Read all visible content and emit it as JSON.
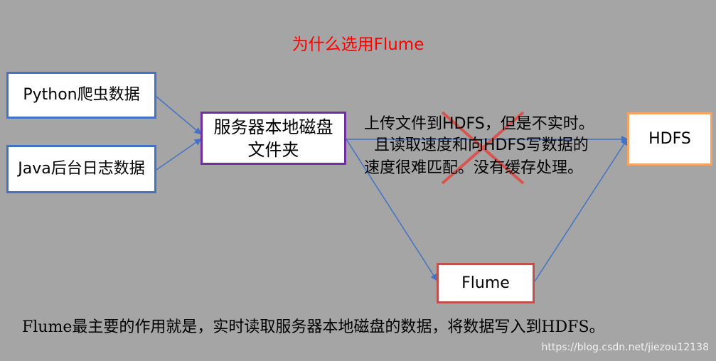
{
  "title": "为什么选用Flume",
  "nodes": {
    "python": "Python爬虫数据",
    "java": "Java后台日志数据",
    "server": "服务器本地磁盘文件夹",
    "hdfs": "HDFS",
    "flume": "Flume"
  },
  "direct_path_note": {
    "line1": "上传文件到HDFS，但是不实时。",
    "line2": "且读取速度和向HDFS写数据的",
    "line3": "速度很难匹配。没有缓存处理。"
  },
  "summary": "Flume最主要的作用就是，实时读取服务器本地磁盘的数据，将数据写入到HDFS。",
  "watermark": "https://blog.csdn.net/jiezou12138",
  "colors": {
    "background": "#a5a5a5",
    "title": "#ff0000",
    "edge": "#4472c4",
    "box_blue": "#4472c4",
    "box_purple": "#7030a0",
    "box_orange": "#f4a460",
    "box_red": "#c0504d",
    "cross": "#d9534f"
  }
}
